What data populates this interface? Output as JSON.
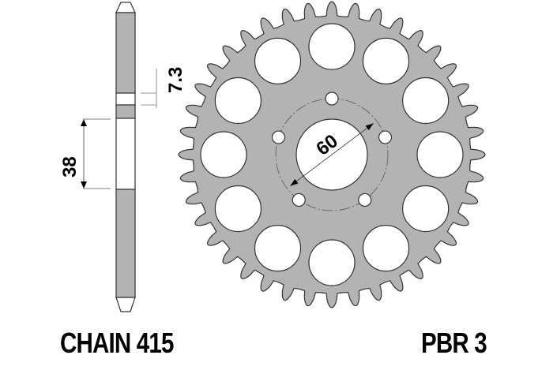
{
  "diagram": {
    "chain_label": "CHAIN 415",
    "code_label": "PBR 3",
    "dimensions": {
      "thickness": "7.3",
      "hub_height": "38",
      "center_bore": "60"
    },
    "sprocket": {
      "teeth": 40,
      "large_holes": 12,
      "bolt_holes": 5
    },
    "colors": {
      "metal_fill": "#b3b3b3",
      "outline": "#333333",
      "background": "#ffffff"
    }
  }
}
